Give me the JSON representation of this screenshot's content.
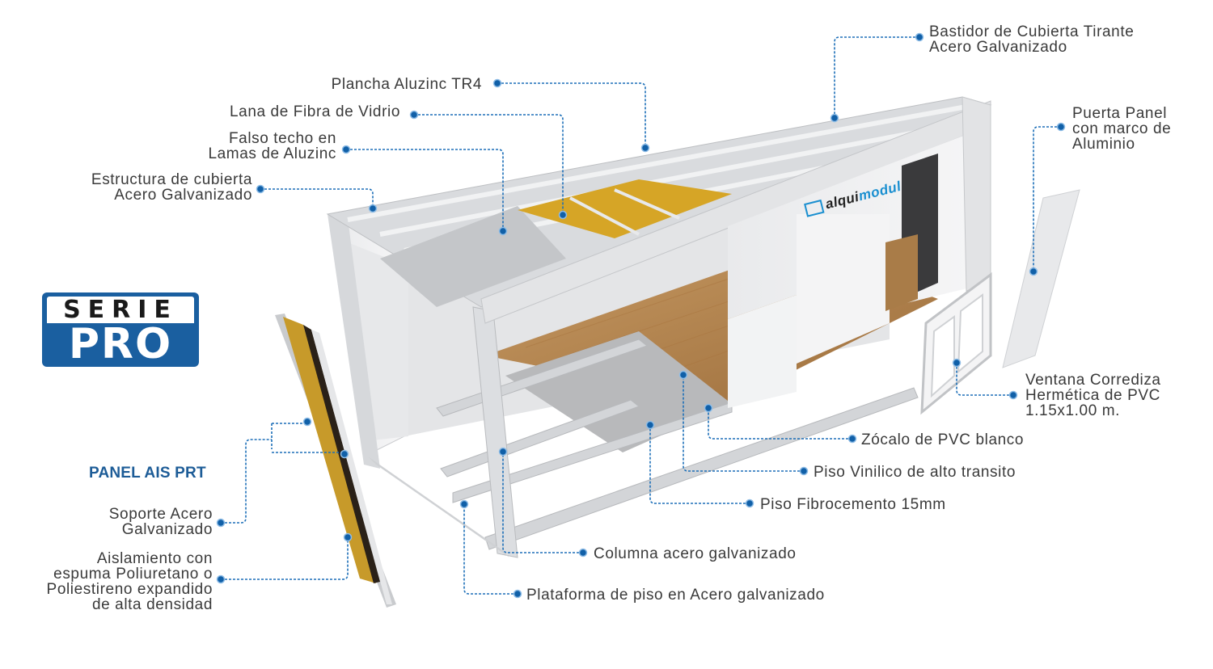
{
  "logo": {
    "top_text": "SERIE",
    "bottom_text": "PRO",
    "bg_color": "#1a5fa0"
  },
  "brand": {
    "name_part1": "alqui",
    "name_part2": "modul"
  },
  "colors": {
    "label_text": "#3a3a3a",
    "leader_line": "#1d6fb8",
    "accent_title": "#1d5c97",
    "frame_steel": "#c9cbce",
    "insulation_yellow": "#d6a526",
    "vinyl_floor": "#b8864f"
  },
  "panel": {
    "title": "PANEL AIS PRT"
  },
  "labels": {
    "bastidor": [
      "Bastidor de Cubierta Tirante",
      "Acero Galvanizado"
    ],
    "plancha": [
      "Plancha Aluzinc TR4"
    ],
    "lana": [
      "Lana de Fibra de Vidrio"
    ],
    "falso_techo": [
      "Falso techo en",
      "Lamas de Aluzinc"
    ],
    "estructura": [
      "Estructura de cubierta",
      "Acero Galvanizado"
    ],
    "puerta": [
      "Puerta Panel",
      "con marco de",
      "Aluminio"
    ],
    "ventana": [
      "Ventana Corrediza",
      "Hermética de PVC",
      "1.15x1.00 m."
    ],
    "zocalo": [
      "Zócalo de PVC blanco"
    ],
    "piso_vinilico": [
      "Piso Vinilico de alto transito"
    ],
    "piso_fibro": [
      "Piso Fibrocemento 15mm"
    ],
    "columna": [
      "Columna acero galvanizado"
    ],
    "plataforma": [
      "Plataforma de piso en Acero galvanizado"
    ],
    "soporte": [
      "Soporte Acero",
      "Galvanizado"
    ],
    "aislamiento": [
      "Aislamiento con",
      "espuma Poliuretano o",
      "Poliestireno expandido",
      "de alta densidad"
    ]
  }
}
